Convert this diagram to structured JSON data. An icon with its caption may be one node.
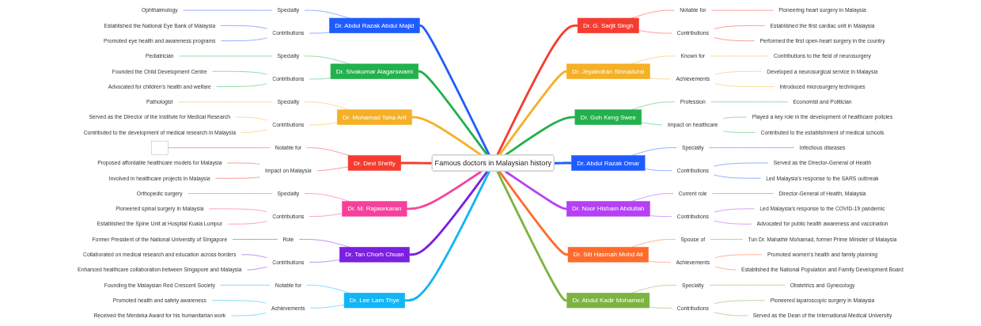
{
  "diagram": {
    "nodes": [
      {
        "text": [
          "Famous doctors in Malaysian history"
        ]
      },
      {
        "text": [
          "Dr. Abdul Razak Abdul Majid"
        ]
      },
      {
        "text": [
          "Specialty"
        ]
      },
      {
        "text": [
          "Ophthalmology"
        ]
      },
      {
        "text": [
          "Contributions"
        ]
      },
      {
        "text": [
          "Established the National Eye Bank of Malaysia"
        ]
      },
      {
        "text": [
          "Promoted eye health and awareness programs"
        ]
      },
      {
        "text": [
          "Dr. Sivakumar Alagarswami"
        ]
      },
      {
        "text": [
          "Specialty"
        ]
      },
      {
        "text": [
          "Pediatrician"
        ]
      },
      {
        "text": [
          "Contributions"
        ]
      },
      {
        "text": [
          "Founded the Child Development Centre"
        ]
      },
      {
        "text": [
          "Advocated for children's health and welfare"
        ]
      },
      {
        "text": [
          "Dr. Mohamad Taha Arif"
        ]
      },
      {
        "text": [
          "Specialty"
        ]
      },
      {
        "text": [
          "Pathologist"
        ]
      },
      {
        "text": [
          "Contributions"
        ]
      },
      {
        "text": [
          "Served as the Director of the Institute for Medical Research"
        ]
      },
      {
        "text": [
          "Contributed to the development of medical research in Malaysia"
        ]
      },
      {
        "text": [
          "Dr. Devi Shetty"
        ]
      },
      {
        "text": [
          "Notable for"
        ]
      },
      {
        "text": [],
        "shape": "box"
      },
      {
        "text": [
          "Impact on Malaysia"
        ]
      },
      {
        "text": [
          "Proposed affordable healthcare models for Malaysia"
        ]
      },
      {
        "text": [
          "Involved in healthcare projects in Malaysia"
        ]
      },
      {
        "text": [
          "Dr. M. Rajasekaran"
        ]
      },
      {
        "text": [
          "Specialty"
        ]
      },
      {
        "text": [
          "Orthopedic surgery"
        ]
      },
      {
        "text": [
          "Contributions"
        ]
      },
      {
        "text": [
          "Pioneered spinal surgery in Malaysia"
        ]
      },
      {
        "text": [
          "Established the Spine Unit at Hospital Kuala Lumpur"
        ]
      },
      {
        "text": [
          "Dr. Tan Chorh Chuan"
        ]
      },
      {
        "text": [
          "Role"
        ]
      },
      {
        "text": [
          "Former President of the National University of Singapore"
        ]
      },
      {
        "text": [
          "Contributions"
        ]
      },
      {
        "text": [
          "Collaborated on medical research and education across borders"
        ]
      },
      {
        "text": [
          "Enhanced healthcare collaboration between Singapore and Malaysia"
        ]
      },
      {
        "text": [
          "Dr. Lee Lam Thye"
        ]
      },
      {
        "text": [
          "Notable for"
        ]
      },
      {
        "text": [
          "Founding the Malaysian Red Crescent Society"
        ]
      },
      {
        "text": [
          "Achievements"
        ]
      },
      {
        "text": [
          "Promoted health and safety awareness"
        ]
      },
      {
        "text": [
          "Received the Merdeka Award for his humanitarian work"
        ]
      },
      {
        "text": [
          "Dr. G. Sarjit Singh"
        ]
      },
      {
        "text": [
          "Notable for"
        ]
      },
      {
        "text": [
          "Pioneering heart surgery in Malaysia"
        ]
      },
      {
        "text": [
          "Contributions"
        ]
      },
      {
        "text": [
          "Established the first cardiac unit in Malaysia"
        ]
      },
      {
        "text": [
          "Performed the first open-heart surgery in the country"
        ]
      },
      {
        "text": [
          "Dr. Jeyaindran Sinnadurai"
        ]
      },
      {
        "text": [
          "Known for"
        ]
      },
      {
        "text": [
          "Contributions to the field of neurosurgery"
        ]
      },
      {
        "text": [
          "Achievements"
        ]
      },
      {
        "text": [
          "Developed a neurosurgical service in Malaysia"
        ]
      },
      {
        "text": [
          "Introduced microsurgery techniques"
        ]
      },
      {
        "text": [
          "Dr. Goh Keng Swee"
        ]
      },
      {
        "text": [
          "Profession"
        ]
      },
      {
        "text": [
          "Economist and Politician"
        ]
      },
      {
        "text": [
          "Impact on healthcare"
        ]
      },
      {
        "text": [
          "Played a key role in the development of healthcare policies"
        ]
      },
      {
        "text": [
          "Contributed to the establishment of medical schools"
        ]
      },
      {
        "text": [
          "Dr. Abdul Razak Omar"
        ]
      },
      {
        "text": [
          "Specialty"
        ]
      },
      {
        "text": [
          "Infectious diseases"
        ]
      },
      {
        "text": [
          "Contributions"
        ]
      },
      {
        "text": [
          "Served as the Director-General of Health"
        ]
      },
      {
        "text": [
          "Led Malaysia's response to the SARS outbreak"
        ]
      },
      {
        "text": [
          "Dr. Noor Hisham Abdullah"
        ]
      },
      {
        "text": [
          "Current role"
        ]
      },
      {
        "text": [
          "Director-General of Health, Malaysia"
        ]
      },
      {
        "text": [
          "Contributions"
        ]
      },
      {
        "text": [
          "Led Malaysia's response to the COVID-19 pandemic"
        ]
      },
      {
        "text": [
          "Advocated for public health awareness and vaccination"
        ]
      },
      {
        "text": [
          "Dr. Siti Hasmah Mohd Ali"
        ]
      },
      {
        "text": [
          "Spouse of"
        ]
      },
      {
        "text": [
          "Tun Dr. Mahathir Mohamad, former Prime Minister of Malaysia"
        ]
      },
      {
        "text": [
          "Achievements"
        ]
      },
      {
        "text": [
          "Promoted women's health and family planning"
        ]
      },
      {
        "text": [
          "Established the National Population and Family Development Board"
        ]
      },
      {
        "text": [
          "Dr. Abdul Kadir Mohamed"
        ]
      },
      {
        "text": [
          "Specialty"
        ]
      },
      {
        "text": [
          "Obstetrics and Gynecology"
        ]
      },
      {
        "text": [
          "Contributions"
        ]
      },
      {
        "text": [
          "Pioneered laparoscopic surgery in Malaysia"
        ]
      },
      {
        "text": [
          "Served as the Dean of the International Medical University"
        ]
      }
    ],
    "edges": [
      {
        "from": 1,
        "to": 0,
        "arrow": "none",
        "style": "thick",
        "color": "#1f5cff"
      },
      {
        "from": 2,
        "to": 1,
        "arrow": "none",
        "color": "#7fa0ff"
      },
      {
        "from": 3,
        "to": 2,
        "arrow": "none",
        "color": "#7fa0ff"
      },
      {
        "from": 4,
        "to": 1,
        "arrow": "none",
        "color": "#7fa0ff"
      },
      {
        "from": 5,
        "to": 4,
        "arrow": "none",
        "color": "#7fa0ff"
      },
      {
        "from": 6,
        "to": 4,
        "arrow": "none",
        "color": "#7fa0ff"
      },
      {
        "from": 7,
        "to": 0,
        "arrow": "none",
        "style": "thick",
        "color": "#22b14c"
      },
      {
        "from": 8,
        "to": 7,
        "arrow": "none",
        "color": "#7fd49a"
      },
      {
        "from": 9,
        "to": 8,
        "arrow": "none",
        "color": "#7fd49a"
      },
      {
        "from": 10,
        "to": 7,
        "arrow": "none",
        "color": "#7fd49a"
      },
      {
        "from": 11,
        "to": 10,
        "arrow": "none",
        "color": "#7fd49a"
      },
      {
        "from": 12,
        "to": 10,
        "arrow": "none",
        "color": "#7fd49a"
      },
      {
        "from": 13,
        "to": 0,
        "arrow": "none",
        "style": "thick",
        "color": "#f5b027"
      },
      {
        "from": 14,
        "to": 13,
        "arrow": "none",
        "color": "#f9d383"
      },
      {
        "from": 15,
        "to": 14,
        "arrow": "none",
        "color": "#f9d383"
      },
      {
        "from": 16,
        "to": 13,
        "arrow": "none",
        "color": "#f9d383"
      },
      {
        "from": 17,
        "to": 16,
        "arrow": "none",
        "color": "#f9d383"
      },
      {
        "from": 18,
        "to": 16,
        "arrow": "none",
        "color": "#f9d383"
      },
      {
        "from": 19,
        "to": 0,
        "arrow": "none",
        "style": "thick",
        "color": "#f53c2f"
      },
      {
        "from": 20,
        "to": 19,
        "arrow": "none",
        "color": "#f98a82"
      },
      {
        "from": 21,
        "to": 20,
        "arrow": "none",
        "color": "#f98a82"
      },
      {
        "from": 22,
        "to": 19,
        "arrow": "none",
        "color": "#f98a82"
      },
      {
        "from": 23,
        "to": 22,
        "arrow": "none",
        "color": "#f98a82"
      },
      {
        "from": 24,
        "to": 22,
        "arrow": "none",
        "color": "#f98a82"
      },
      {
        "from": 25,
        "to": 0,
        "arrow": "none",
        "style": "thick",
        "color": "#f7409c"
      },
      {
        "from": 26,
        "to": 25,
        "arrow": "none",
        "color": "#fa8cc4"
      },
      {
        "from": 27,
        "to": 26,
        "arrow": "none",
        "color": "#fa8cc4"
      },
      {
        "from": 28,
        "to": 25,
        "arrow": "none",
        "color": "#fa8cc4"
      },
      {
        "from": 29,
        "to": 28,
        "arrow": "none",
        "color": "#fa8cc4"
      },
      {
        "from": 30,
        "to": 28,
        "arrow": "none",
        "color": "#fa8cc4"
      },
      {
        "from": 31,
        "to": 0,
        "arrow": "none",
        "style": "thick",
        "color": "#7b1fe0"
      },
      {
        "from": 32,
        "to": 31,
        "arrow": "none",
        "color": "#b07fee"
      },
      {
        "from": 33,
        "to": 32,
        "arrow": "none",
        "color": "#b07fee"
      },
      {
        "from": 34,
        "to": 31,
        "arrow": "none",
        "color": "#b07fee"
      },
      {
        "from": 35,
        "to": 34,
        "arrow": "none",
        "color": "#b07fee"
      },
      {
        "from": 36,
        "to": 34,
        "arrow": "none",
        "color": "#b07fee"
      },
      {
        "from": 37,
        "to": 0,
        "arrow": "none",
        "style": "thick",
        "color": "#12b5f5"
      },
      {
        "from": 38,
        "to": 37,
        "arrow": "none",
        "color": "#71d3fa"
      },
      {
        "from": 39,
        "to": 38,
        "arrow": "none",
        "color": "#71d3fa"
      },
      {
        "from": 40,
        "to": 37,
        "arrow": "none",
        "color": "#71d3fa"
      },
      {
        "from": 41,
        "to": 40,
        "arrow": "none",
        "color": "#71d3fa"
      },
      {
        "from": 42,
        "to": 40,
        "arrow": "none",
        "color": "#71d3fa"
      },
      {
        "from": 0,
        "to": 43,
        "arrow": "none",
        "style": "thick",
        "color": "#f53c2f"
      },
      {
        "from": 43,
        "to": 44,
        "arrow": "none",
        "color": "#f98a82"
      },
      {
        "from": 44,
        "to": 45,
        "arrow": "none",
        "color": "#f98a82"
      },
      {
        "from": 43,
        "to": 46,
        "arrow": "none",
        "color": "#f98a82"
      },
      {
        "from": 46,
        "to": 47,
        "arrow": "none",
        "color": "#f98a82"
      },
      {
        "from": 46,
        "to": 48,
        "arrow": "none",
        "color": "#f98a82"
      },
      {
        "from": 0,
        "to": 49,
        "arrow": "none",
        "style": "thick",
        "color": "#f5b027"
      },
      {
        "from": 49,
        "to": 50,
        "arrow": "none",
        "color": "#f9d383"
      },
      {
        "from": 50,
        "to": 51,
        "arrow": "none",
        "color": "#f9d383"
      },
      {
        "from": 49,
        "to": 52,
        "arrow": "none",
        "color": "#f9d383"
      },
      {
        "from": 52,
        "to": 53,
        "arrow": "none",
        "color": "#f9d383"
      },
      {
        "from": 52,
        "to": 54,
        "arrow": "none",
        "color": "#f9d383"
      },
      {
        "from": 0,
        "to": 55,
        "arrow": "none",
        "style": "thick",
        "color": "#22b14c"
      },
      {
        "from": 55,
        "to": 56,
        "arrow": "none",
        "color": "#7fd49a"
      },
      {
        "from": 56,
        "to": 57,
        "arrow": "none",
        "color": "#7fd49a"
      },
      {
        "from": 55,
        "to": 58,
        "arrow": "none",
        "color": "#7fd49a"
      },
      {
        "from": 58,
        "to": 59,
        "arrow": "none",
        "color": "#7fd49a"
      },
      {
        "from": 58,
        "to": 60,
        "arrow": "none",
        "color": "#7fd49a"
      },
      {
        "from": 0,
        "to": 61,
        "arrow": "none",
        "style": "thick",
        "color": "#1f5cff"
      },
      {
        "from": 61,
        "to": 62,
        "arrow": "none",
        "color": "#7fa0ff"
      },
      {
        "from": 62,
        "to": 63,
        "arrow": "none",
        "color": "#7fa0ff"
      },
      {
        "from": 61,
        "to": 64,
        "arrow": "none",
        "color": "#7fa0ff"
      },
      {
        "from": 64,
        "to": 65,
        "arrow": "none",
        "color": "#7fa0ff"
      },
      {
        "from": 64,
        "to": 66,
        "arrow": "none",
        "color": "#7fa0ff"
      },
      {
        "from": 0,
        "to": 67,
        "arrow": "none",
        "style": "thick",
        "color": "#b640f5"
      },
      {
        "from": 67,
        "to": 68,
        "arrow": "none",
        "color": "#d38cf9"
      },
      {
        "from": 68,
        "to": 69,
        "arrow": "none",
        "color": "#d38cf9"
      },
      {
        "from": 67,
        "to": 70,
        "arrow": "none",
        "color": "#d38cf9"
      },
      {
        "from": 70,
        "to": 71,
        "arrow": "none",
        "color": "#d38cf9"
      },
      {
        "from": 70,
        "to": 72,
        "arrow": "none",
        "color": "#d38cf9"
      },
      {
        "from": 0,
        "to": 73,
        "arrow": "none",
        "style": "thick",
        "color": "#ff6b2b"
      },
      {
        "from": 73,
        "to": 74,
        "arrow": "none",
        "color": "#ffa47f"
      },
      {
        "from": 74,
        "to": 75,
        "arrow": "none",
        "color": "#ffa47f"
      },
      {
        "from": 73,
        "to": 76,
        "arrow": "none",
        "color": "#ffa47f"
      },
      {
        "from": 76,
        "to": 77,
        "arrow": "none",
        "color": "#ffa47f"
      },
      {
        "from": 76,
        "to": 78,
        "arrow": "none",
        "color": "#ffa47f"
      },
      {
        "from": 0,
        "to": 79,
        "arrow": "none",
        "style": "thick",
        "color": "#7cb342"
      },
      {
        "from": 79,
        "to": 80,
        "arrow": "none",
        "color": "#b0d18e"
      },
      {
        "from": 80,
        "to": 81,
        "arrow": "none",
        "color": "#b0d18e"
      },
      {
        "from": 79,
        "to": 82,
        "arrow": "none",
        "color": "#b0d18e"
      },
      {
        "from": 82,
        "to": 83,
        "arrow": "none",
        "color": "#b0d18e"
      },
      {
        "from": 82,
        "to": 84,
        "arrow": "none",
        "color": "#b0d18e"
      }
    ]
  }
}
